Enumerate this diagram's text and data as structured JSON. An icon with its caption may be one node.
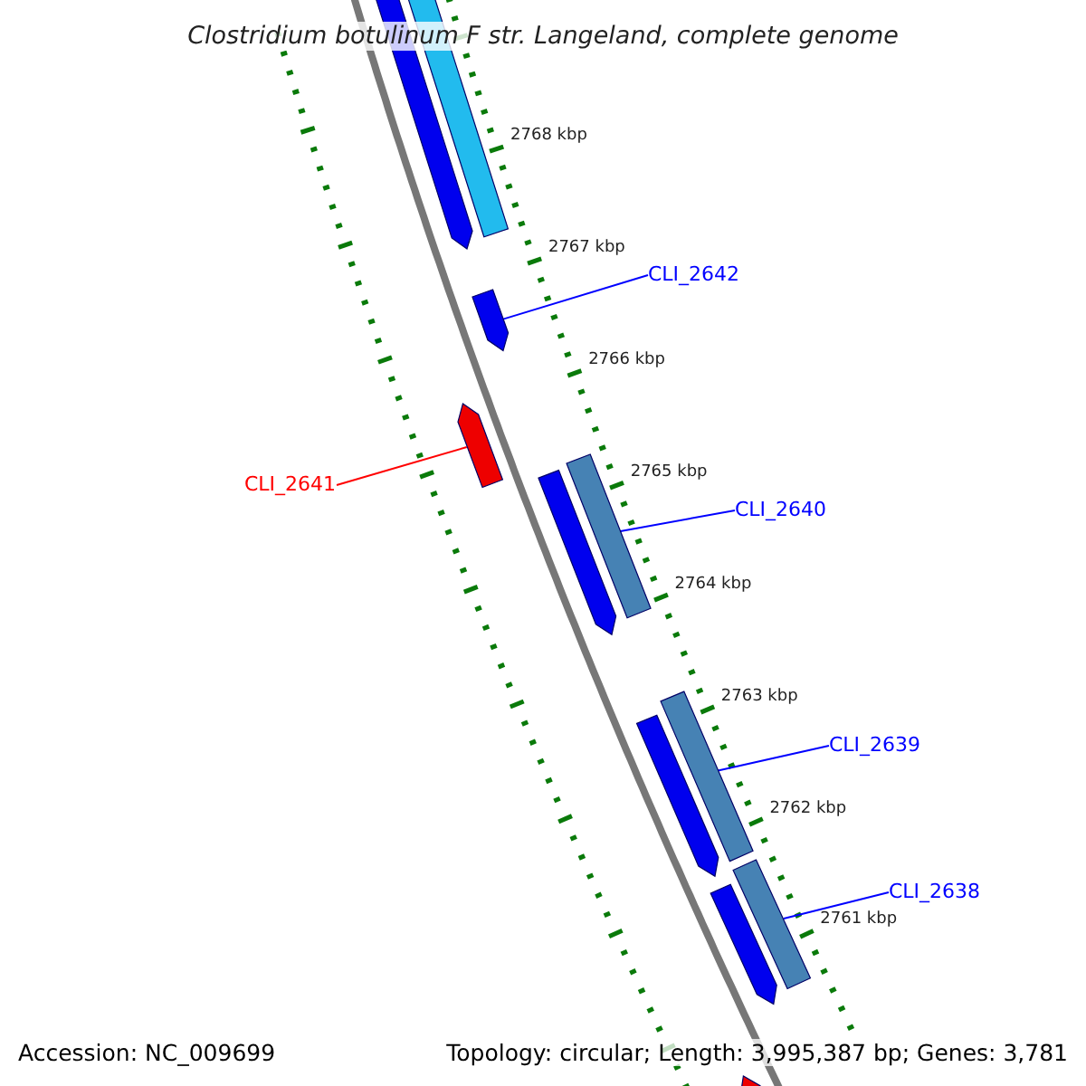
{
  "diagram": {
    "title": "Clostridium botulinum F str. Langeland, complete genome",
    "nodes": [
      {
        "text": [
          "CLI_2642"
        ]
      },
      {
        "text": [],
        "shape": "bar"
      },
      {
        "text": [
          "CLI_2641"
        ]
      },
      {
        "text": [],
        "shape": "bar"
      },
      {
        "text": [
          "CLI_2640"
        ]
      },
      {
        "text": [],
        "shape": "bar"
      },
      {
        "text": [
          "CLI_2639"
        ]
      },
      {
        "text": [],
        "shape": "bar"
      },
      {
        "text": [
          "CLI_2638"
        ]
      },
      {
        "text": [],
        "shape": "bar"
      }
    ],
    "edges": [
      {
        "from": 0,
        "to": 1,
        "arrow": "none"
      },
      {
        "from": 2,
        "to": 3,
        "arrow": "none",
        "color": "#ff0000"
      },
      {
        "from": 4,
        "to": 5,
        "arrow": "none"
      },
      {
        "from": 6,
        "to": 7,
        "arrow": "none"
      },
      {
        "from": 8,
        "to": 9,
        "arrow": "none"
      }
    ],
    "labels": [
      "2768 kbp",
      "2767 kbp",
      "2766 kbp",
      "2765 kbp",
      "2764 kbp",
      "2763 kbp",
      "2762 kbp",
      "2761 kbp",
      "Accession: NC_009699",
      "Topology: circular; Length: 3,995,387 bp; Genes: 3,781"
    ]
  }
}
